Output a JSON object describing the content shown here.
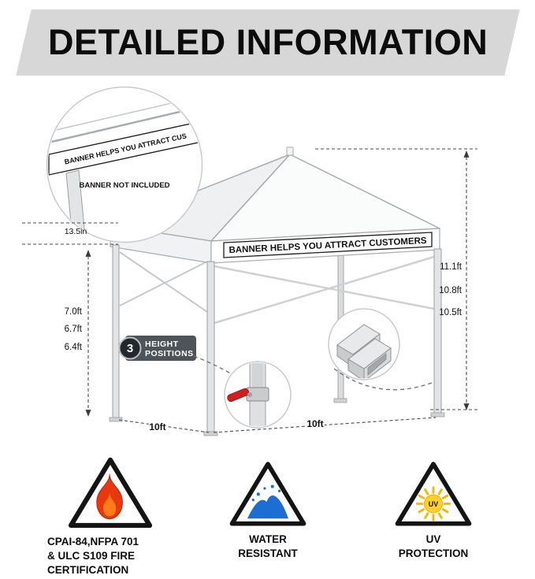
{
  "header": {
    "title": "DETAILED INFORMATION"
  },
  "tent": {
    "banner_text": "BANNER HELPS YOU ATTRACT CUSTOMERS"
  },
  "inset": {
    "banner_text": "BANNER HELPS YOU ATTRACT CUS",
    "note": "BANNER NOT INCLUDED"
  },
  "measurements": {
    "valance_height": "13.5in",
    "left_heights": [
      "7.0ft",
      "6.7ft",
      "6.4ft"
    ],
    "right_heights": [
      "11.1ft",
      "10.8ft",
      "10.5ft"
    ],
    "depth": "10ft",
    "width": "10ft"
  },
  "badge": {
    "number": "3",
    "line1": "HEIGHT",
    "line2": "POSITIONS"
  },
  "features": [
    {
      "id": "fire-certification",
      "icon": "flame-icon",
      "lines": [
        "CPAI-84,NFPA 701",
        "& ULC S109 FIRE",
        "CERTIFICATION"
      ]
    },
    {
      "id": "water-resistant",
      "icon": "water-icon",
      "lines": [
        "WATER",
        "RESISTANT"
      ]
    },
    {
      "id": "uv-protection",
      "icon": "sun-uv-icon",
      "icon_text": "UV",
      "lines": [
        "UV",
        "PROTECTION"
      ]
    }
  ],
  "colors": {
    "header_bg": "#d7d7d7",
    "flame_red": "#e8380f",
    "flame_orange": "#ff7d19",
    "water_blue": "#1d6ed2",
    "sun_yellow": "#ffcf2e",
    "lever_red": "#cf1f1f"
  }
}
